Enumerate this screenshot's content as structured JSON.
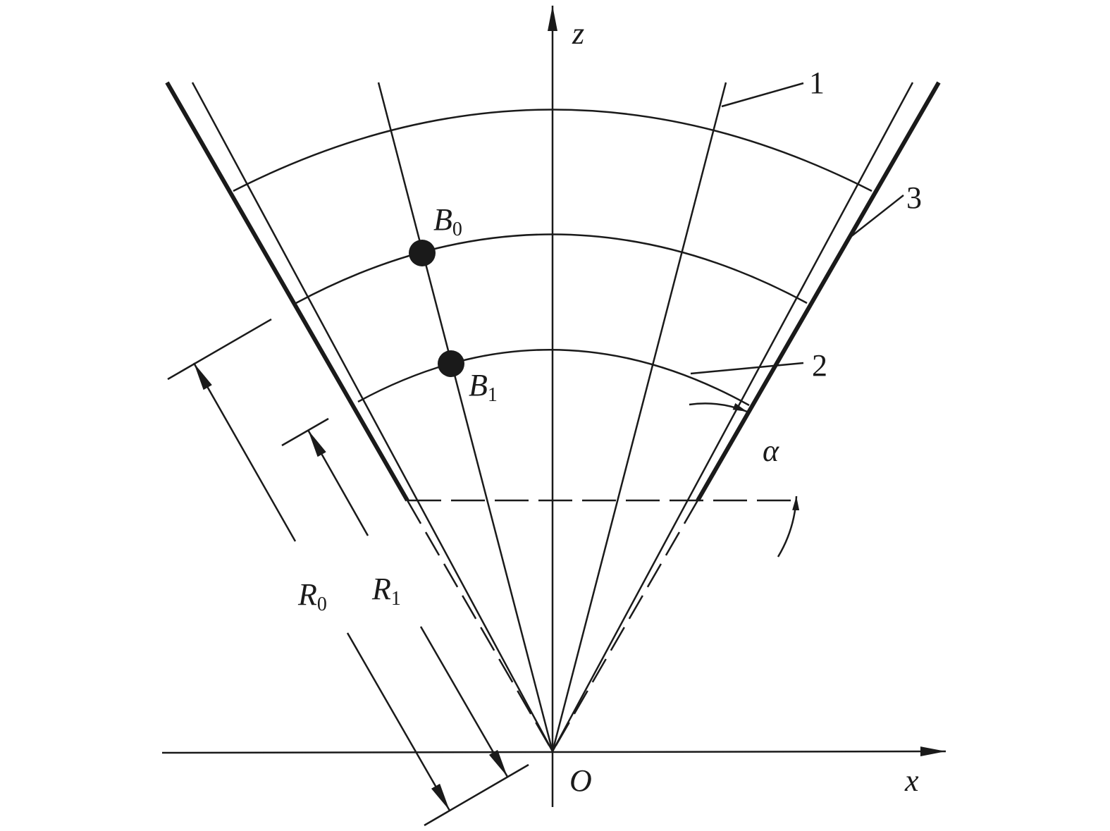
{
  "labels": {
    "z_axis": "z",
    "x_axis": "x",
    "origin": "O",
    "angle": "α",
    "b0": {
      "main": "B",
      "sub": "0"
    },
    "b1": {
      "main": "B",
      "sub": "1"
    },
    "r0": {
      "main": "R",
      "sub": "0"
    },
    "r1": {
      "main": "R",
      "sub": "1"
    }
  },
  "callouts": {
    "part_1": "1",
    "part_2": "2",
    "part_3": "3"
  }
}
